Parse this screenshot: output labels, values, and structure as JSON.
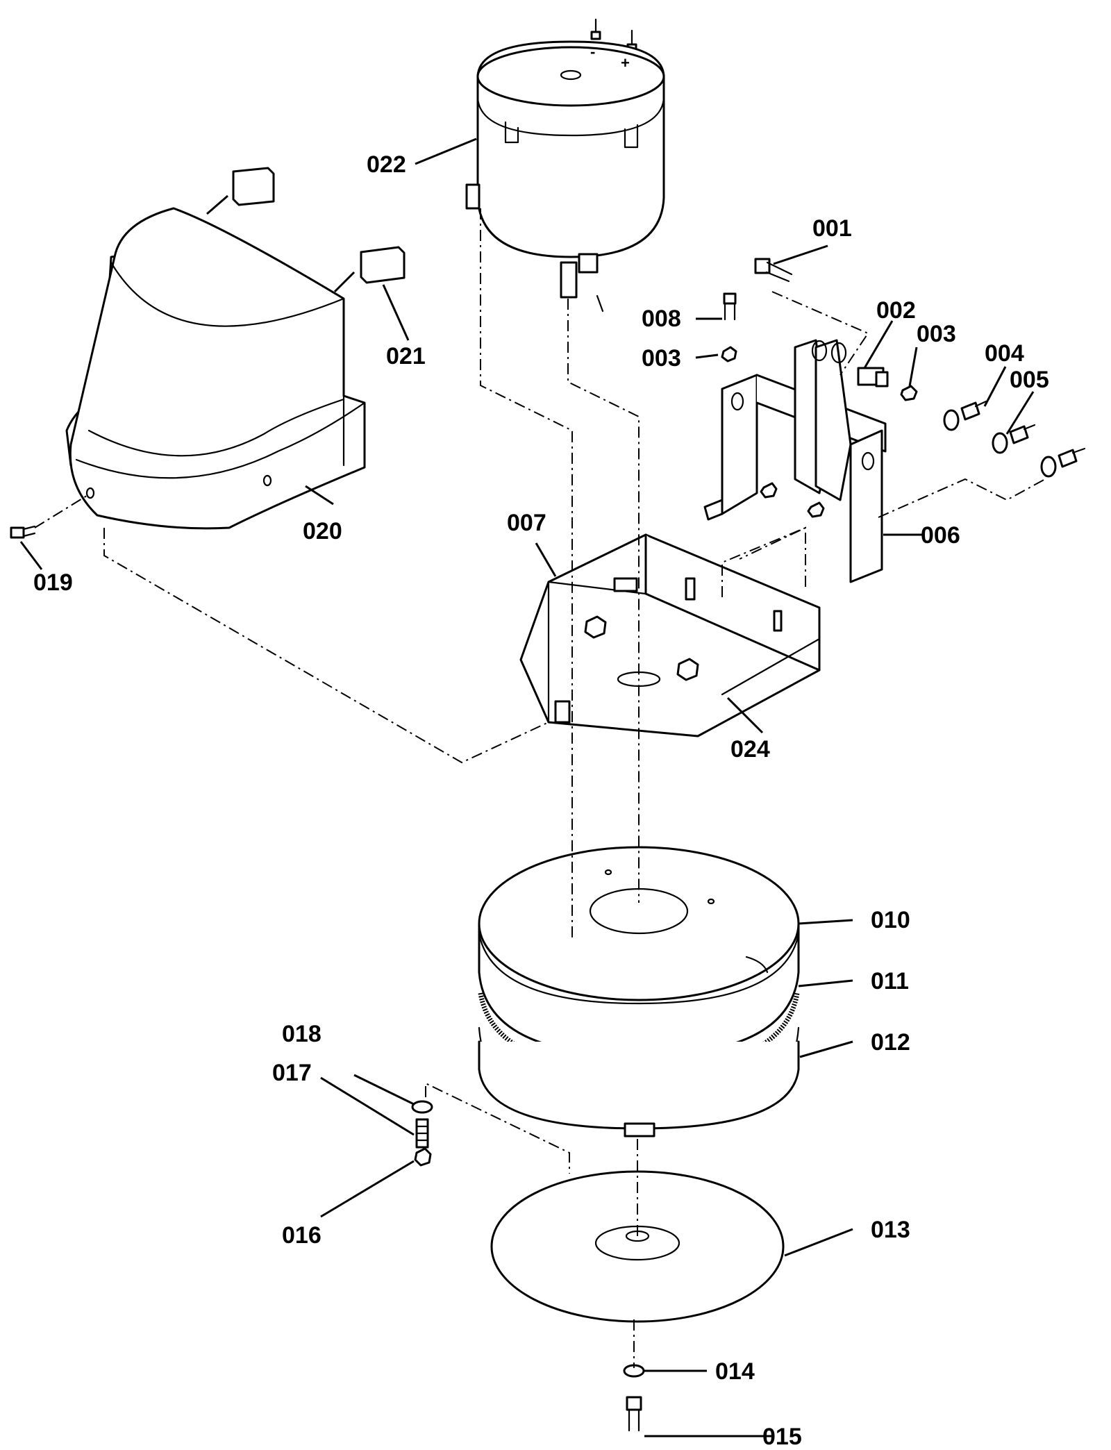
{
  "diagram": {
    "callouts": [
      {
        "id": "001",
        "label": "001"
      },
      {
        "id": "002",
        "label": "002"
      },
      {
        "id": "003a",
        "label": "003"
      },
      {
        "id": "003b",
        "label": "003"
      },
      {
        "id": "004",
        "label": "004"
      },
      {
        "id": "005",
        "label": "005"
      },
      {
        "id": "006",
        "label": "006"
      },
      {
        "id": "007",
        "label": "007"
      },
      {
        "id": "008",
        "label": "008"
      },
      {
        "id": "010",
        "label": "010"
      },
      {
        "id": "011",
        "label": "011"
      },
      {
        "id": "012",
        "label": "012"
      },
      {
        "id": "013",
        "label": "013"
      },
      {
        "id": "014",
        "label": "014"
      },
      {
        "id": "015",
        "label": "015"
      },
      {
        "id": "016",
        "label": "016"
      },
      {
        "id": "017",
        "label": "017"
      },
      {
        "id": "018",
        "label": "018"
      },
      {
        "id": "019",
        "label": "019"
      },
      {
        "id": "020",
        "label": "020"
      },
      {
        "id": "021",
        "label": "021"
      },
      {
        "id": "022",
        "label": "022"
      },
      {
        "id": "024",
        "label": "024"
      }
    ],
    "terminal_minus": "-",
    "terminal_plus": "+"
  }
}
